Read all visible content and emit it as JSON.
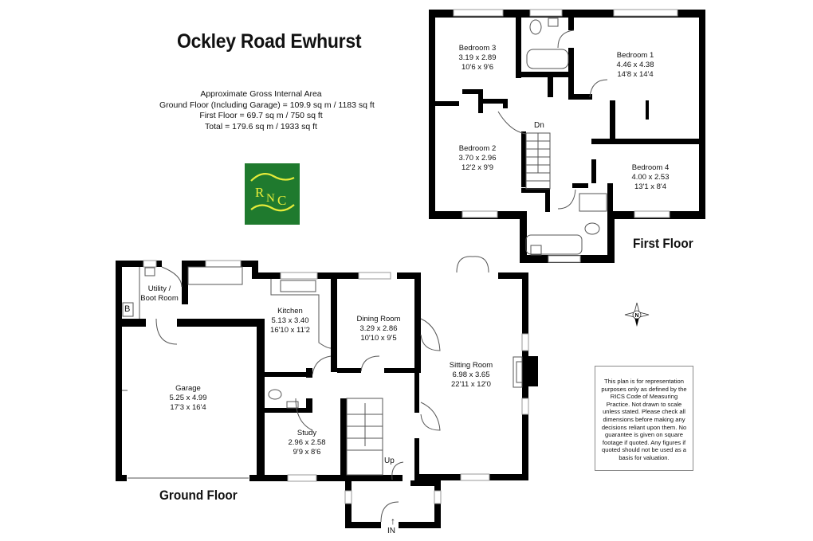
{
  "header": {
    "title": "Ockley Road Ewhurst"
  },
  "area_summary": {
    "heading": "Approximate Gross Internal Area",
    "ground_floor": "Ground Floor (Including Garage) = 109.9 sq m / 1183 sq ft",
    "first_floor": "First Floor = 69.7 sq m / 750 sq ft",
    "total": "Total = 179.6 sq m / 1933 sq ft"
  },
  "logo": {
    "text": "RNC",
    "letters": [
      "R",
      "N",
      "C"
    ],
    "background_color": "#1f7a2e",
    "accent_color": "#e6ec3a"
  },
  "floors": {
    "first_floor": {
      "label": "First Floor",
      "rooms": [
        {
          "name": "Bedroom 3",
          "metric": "3.19 x 2.89",
          "imperial": "10'6 x 9'6"
        },
        {
          "name": "Bedroom 1",
          "metric": "4.46 x 4.38",
          "imperial": "14'8 x 14'4"
        },
        {
          "name": "Bedroom 2",
          "metric": "3.70 x 2.96",
          "imperial": "12'2 x 9'9"
        },
        {
          "name": "Bedroom 4",
          "metric": "4.00 x 2.53",
          "imperial": "13'1 x 8'4"
        }
      ],
      "stairs_label": "Dn"
    },
    "ground_floor": {
      "label": "Ground Floor",
      "rooms": [
        {
          "name": "Utility /",
          "name2": "Boot Room"
        },
        {
          "name": "Kitchen",
          "metric": "5.13 x 3.40",
          "imperial": "16'10 x 11'2"
        },
        {
          "name": "Dining Room",
          "metric": "3.29 x 2.86",
          "imperial": "10'10 x 9'5"
        },
        {
          "name": "Sitting Room",
          "metric": "6.98 x 3.65",
          "imperial": "22'11 x 12'0"
        },
        {
          "name": "Garage",
          "metric": "5.25 x 4.99",
          "imperial": "17'3 x 16'4"
        },
        {
          "name": "Study",
          "metric": "2.96 x 2.58",
          "imperial": "9'9 x 8'6"
        }
      ],
      "boiler_label": "B",
      "stairs_label": "Up",
      "entrance_label": "IN"
    }
  },
  "compass": {
    "label": "N"
  },
  "disclaimer": {
    "text": "This plan is for representation purposes only as defined by the RICS Code of Measuring Practice. Not drawn to scale unless stated. Please check all dimensions before making any decisions reliant upon them. No guarantee is given on square footage if quoted. Any figures if quoted should not be used as a basis for valuation."
  }
}
